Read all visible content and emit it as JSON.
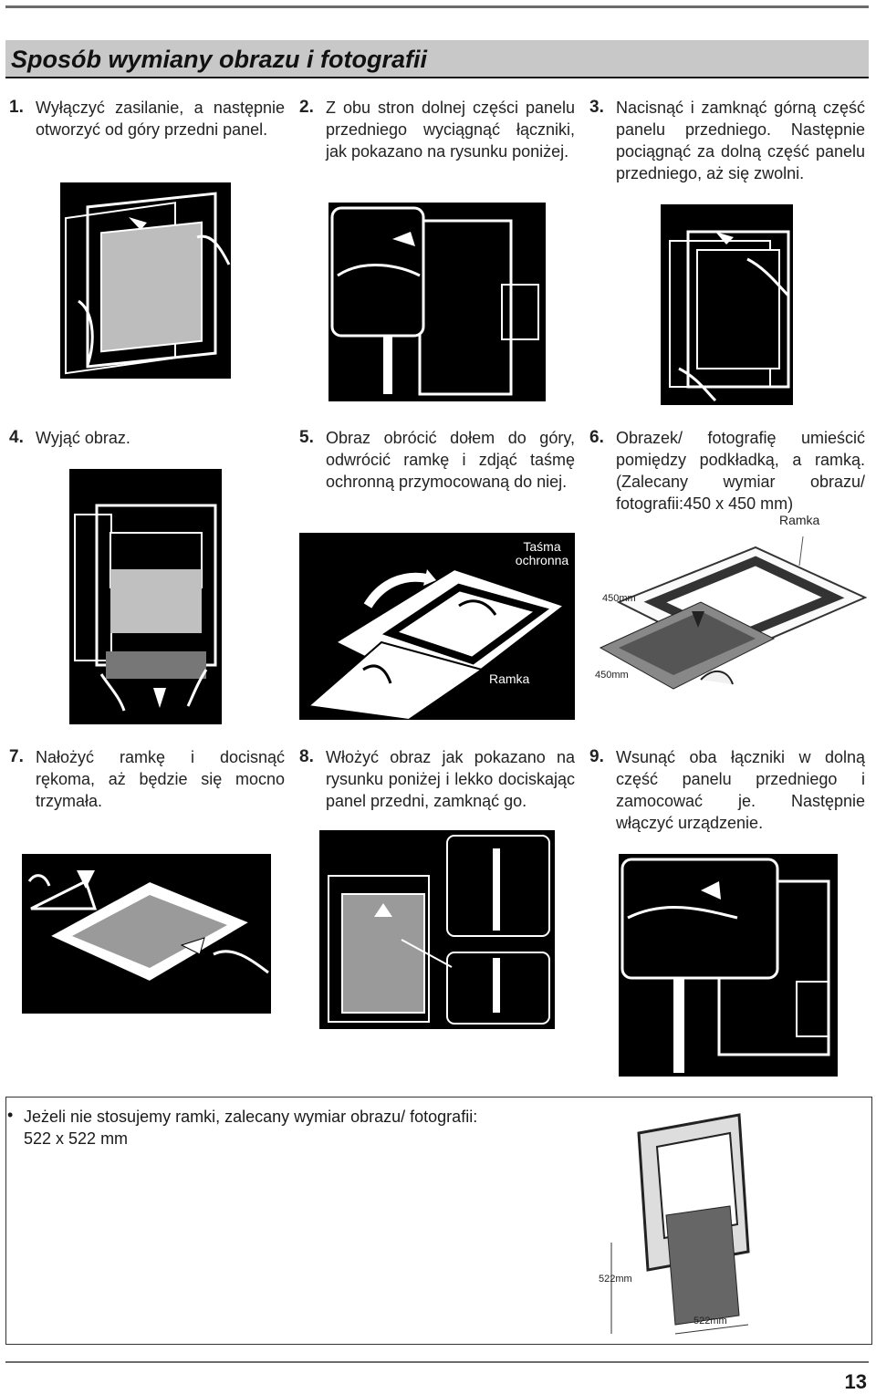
{
  "title": "Sposób wymiany obrazu i fotografii",
  "steps": [
    {
      "num": "1.",
      "text": "Wyłączyć zasilanie, a następnie otworzyć od góry przedni panel."
    },
    {
      "num": "2.",
      "text": "Z obu stron dolnej części panelu przedniego wyciągnąć łączniki, jak pokazano na rysunku poniżej."
    },
    {
      "num": "3.",
      "text": "Nacisnąć i zamknąć górną część panelu przedniego. Następnie pociągnąć za dolną część panelu przedniego, aż się zwolni."
    },
    {
      "num": "4.",
      "text": "Wyjąć obraz."
    },
    {
      "num": "5.",
      "text": "Obraz obrócić dołem do góry, odwrócić ramkę i zdjąć taśmę ochronną przymocowaną do niej."
    },
    {
      "num": "6.",
      "text": "Obrazek/ fotografię umieścić pomiędzy podkładką, a ramką. (Zalecany wymiar obrazu/ fotografii:450 x 450 mm)"
    },
    {
      "num": "7.",
      "text": "Nałożyć ramkę i docisnąć rękoma, aż będzie się mocno trzymała."
    },
    {
      "num": "8.",
      "text": "Włożyć obraz jak pokazano na rysunku poniżej i lekko dociskając panel przedni, zamknąć go."
    },
    {
      "num": "9.",
      "text": "Wsunąć oba łączniki w dolną część panelu przedniego i zamocować je. Następnie włączyć urządzenie."
    }
  ],
  "labels": {
    "tape": "Taśma ochronna",
    "frame_5": "Ramka",
    "frame_6": "Ramka",
    "dim_450_a": "450mm",
    "dim_450_b": "450mm",
    "dim_522_a": "522mm",
    "dim_522_b": "522mm"
  },
  "note": {
    "bullet": "•",
    "line1": "Jeżeli nie stosujemy ramki, zalecany wymiar obrazu/ fotografii:",
    "line2": "522 x 522 mm"
  },
  "page_number": "13"
}
